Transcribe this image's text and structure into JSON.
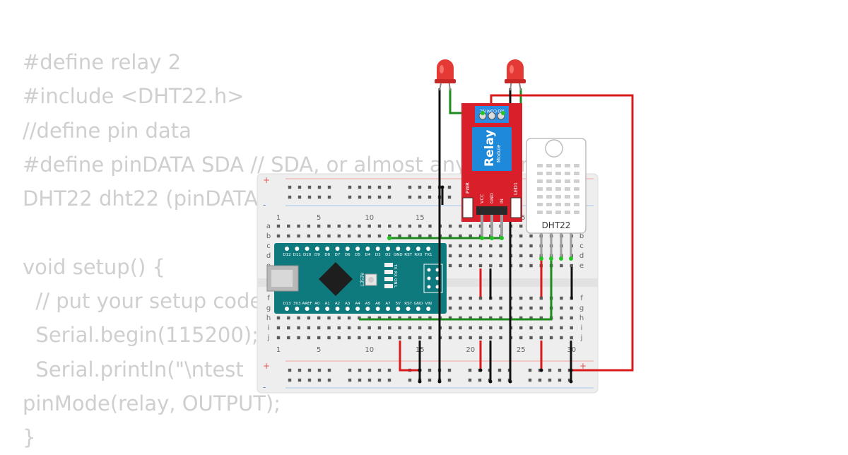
{
  "code_lines": [
    "#define relay 2",
    "#include <DHT22.h>",
    "//define pin data",
    "#define pinDATA SDA // SDA, or almost any other pin",
    "DHT22 dht22 (pinDATA);",
    "",
    "void setup() {",
    "  // put your setup code here",
    "  Serial.begin(115200);",
    "  Serial.println(\"\\ntest",
    "pinMode(relay, OUTPUT);",
    "}"
  ],
  "breadboard": {
    "rows_top": [
      "a",
      "b",
      "c",
      "d",
      "e"
    ],
    "rows_bottom": [
      "f",
      "g",
      "h",
      "i",
      "j"
    ],
    "column_numbers": [
      "1",
      "5",
      "10",
      "15",
      "20",
      "25",
      "30"
    ],
    "plus_label": "+",
    "minus_label": "-"
  },
  "arduino": {
    "pins_top": [
      "D12",
      "D11",
      "D10",
      "D9",
      "D8",
      "D7",
      "D6",
      "D5",
      "D4",
      "D3",
      "D2",
      "GND",
      "RST",
      "RX0",
      "TX1"
    ],
    "pins_bottom": [
      "D13",
      "3V3",
      "AREF",
      "A0",
      "A1",
      "A2",
      "A3",
      "A4",
      "A5",
      "A6",
      "A7",
      "5V",
      "RST",
      "GND",
      "VIN"
    ],
    "reset_label": "RESET",
    "led_labels": [
      "TX",
      "RX",
      "ON",
      "L"
    ]
  },
  "relay_module": {
    "title": "Relay",
    "subtitle": "Module",
    "terminal_labels": [
      "NO",
      "COM",
      "NC"
    ],
    "pin_labels": [
      "VCC",
      "GND",
      "IN"
    ],
    "pwr_label": "PWR",
    "led_label": "LED1"
  },
  "dht22": {
    "label": "DHT22"
  },
  "colors": {
    "pcb_teal": "#0e7a7e",
    "relay_red": "#d9202a",
    "relay_blue": "#1e88d9",
    "wire_red": "#d91a1a",
    "wire_green": "#1d8a1d",
    "wire_black": "#111111",
    "led_red": "#e53935"
  }
}
